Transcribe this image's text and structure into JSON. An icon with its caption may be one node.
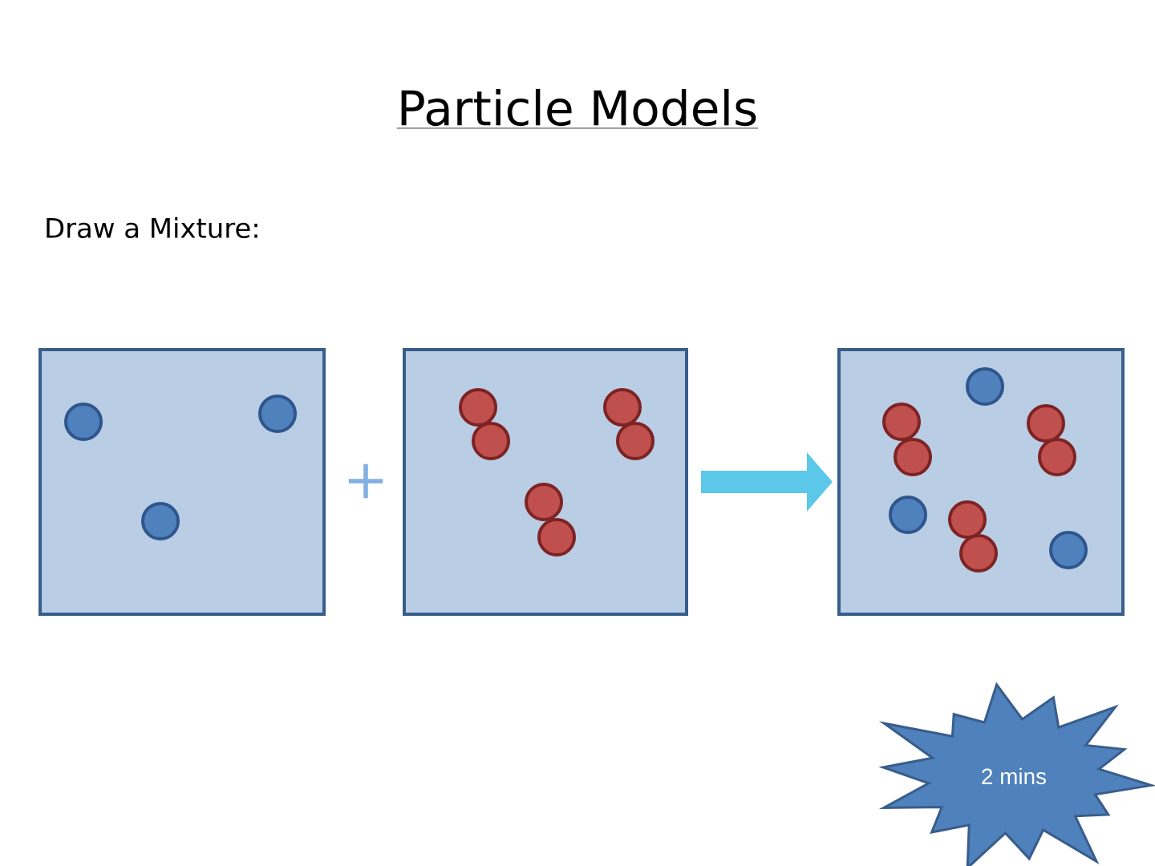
{
  "diagram": {
    "title": "Particle Models",
    "nodes": [
      {
        "text": [],
        "shape": "box"
      },
      {
        "text": [],
        "shape": "box"
      },
      {
        "text": [],
        "shape": "box"
      },
      {
        "text": [
          "2 mins"
        ]
      }
    ],
    "edges": [
      {
        "from": 1,
        "to": 2,
        "arrow": "to"
      }
    ],
    "labels": [
      "Draw a Mixture:",
      "+"
    ]
  }
}
